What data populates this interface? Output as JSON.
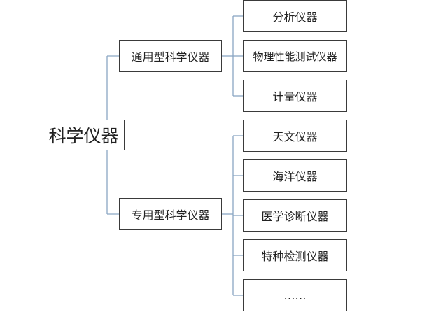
{
  "diagram": {
    "root": {
      "label": "科学仪器"
    },
    "branches": [
      {
        "label": "通用型科学仪器",
        "children": [
          "分析仪器",
          "物理性能测试仪器",
          "计量仪器"
        ]
      },
      {
        "label": "专用型科学仪器",
        "children": [
          "天文仪器",
          "海洋仪器",
          "医学诊断仪器",
          "特种检测仪器",
          "……"
        ]
      }
    ]
  },
  "colors": {
    "connector": "#8aa6c4",
    "border": "#3a3a3a",
    "text": "#222222"
  }
}
